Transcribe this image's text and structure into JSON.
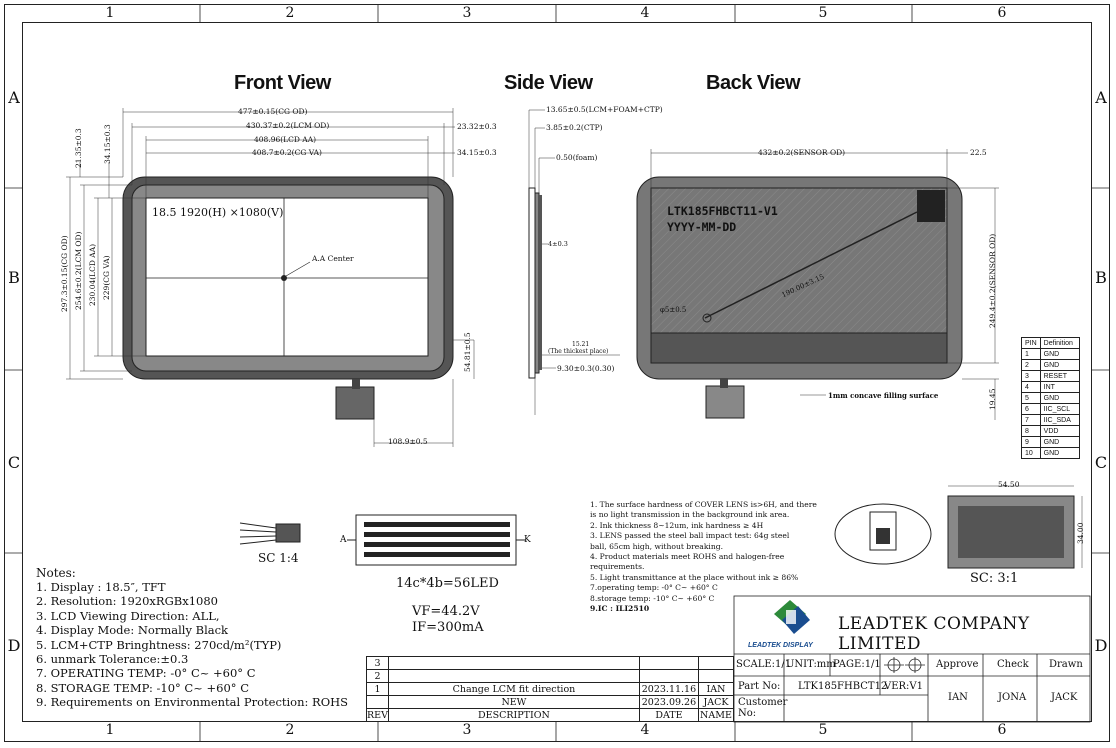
{
  "zones": {
    "cols": [
      "1",
      "2",
      "3",
      "4",
      "5",
      "6"
    ],
    "rows": [
      "A",
      "B",
      "C",
      "D"
    ]
  },
  "views": {
    "front": "Front View",
    "side": "Side View",
    "back": "Back View"
  },
  "front_dims": {
    "cg_od_w": "477±0.15(CG OD)",
    "lcm_od_w": "430.37±0.2(LCM OD)",
    "lcd_aa_w": "408.96(LCD AA)",
    "cg_va_w": "408.7±0.2(CG VA)",
    "r1": "23.32±0.3",
    "r2": "34.15±0.3",
    "l1": "21.35±0.3",
    "l2": "34.15±0.3",
    "h_cg_od": "297.3±0.15(CG OD)",
    "h_lcm_od": "254.6±0.2(LCM OD)",
    "h_lcd_aa": "230.04(LCD AA)",
    "h_cg_va": "229(CG VA)",
    "screen_text": "18.5 1920(H) ×1080(V)",
    "center": "A.A Center",
    "fpc_offset": "54.81±0.5",
    "fpc_pos": "108.9±0.5"
  },
  "side_dims": {
    "t1": "13.65±0.5(LCM+FOAM+CTP)",
    "t2": "3.85±0.2(CTP)",
    "t3": "0.50(foam)",
    "t4": "4±0.3",
    "thick": "15.21",
    "thick_note": "(The thickest place)",
    "t5": "9.30±0.3(0.30)"
  },
  "back_dims": {
    "sensor_w": "432±0.2(SENSOR OD)",
    "r": "22.5",
    "sensor_h": "249.4±0.2(SENSOR OD)",
    "bottom": "19.45",
    "label1": "LTK185FHBCT11-V1",
    "label2": "YYYY-MM-DD",
    "diag": "190.00±3.15",
    "circle": "φ5±0.5",
    "surface": "1mm concave filling surface"
  },
  "pins": {
    "header": [
      "PIN",
      "Definition"
    ],
    "rows": [
      [
        "1",
        "GND"
      ],
      [
        "2",
        "GND"
      ],
      [
        "3",
        "RESET"
      ],
      [
        "4",
        "INT"
      ],
      [
        "5",
        "GND"
      ],
      [
        "6",
        "IIC_SCL"
      ],
      [
        "7",
        "IIC_SDA"
      ],
      [
        "8",
        "VDD"
      ],
      [
        "9",
        "GND"
      ],
      [
        "10",
        "GND"
      ]
    ]
  },
  "board": {
    "w": "54.50",
    "h": "34.00",
    "scale": "SC: 3:1"
  },
  "led": {
    "sc": "SC 1:4",
    "count": "14c*4b=56LED",
    "vf": "VF=44.2V",
    "if": "IF=300mA",
    "a": "A",
    "k": "K"
  },
  "specs": [
    "1. The surface hardness of COVER LENS is>6H, and there",
    "is no light transmission in the background ink area.",
    "2. Ink thickness 8~12um, ink hardness ≥ 4H",
    "3. LENS passed the steel ball impact test: 64g steel",
    "ball, 65cm high, without breaking.",
    "4. Product materials meet ROHS and halogen-free",
    "requirements.",
    "5. Light transmittance at the place without ink ≥ 86%",
    "7.operating temp: -0° C~ +60° C",
    "8.storage temp: -10° C~ +60° C",
    "9.IC : ILI2510"
  ],
  "notes": {
    "title": "Notes:",
    "items": [
      "1. Display : 18.5″,  TFT",
      "2. Resolution: 1920xRGBx1080",
      "3. LCD Viewing Direction: ALL,",
      "4. Display Mode: Normally Black",
      "5. LCM+CTP Bringhtness: 270cd/m²(TYP)",
      "6. unmark Tolerance:±0.3",
      "7. OPERATING TEMP: -0° C~ +60° C",
      "8. STORAGE TEMP: -10° C~ +60° C",
      "9. Requirements on Environmental Protection: ROHS"
    ]
  },
  "revisions": {
    "rows": [
      {
        "rev": "3",
        "desc": "",
        "date": "",
        "name": ""
      },
      {
        "rev": "2",
        "desc": "",
        "date": "",
        "name": ""
      },
      {
        "rev": "1",
        "desc": "Change LCM fit direction",
        "date": "2023.11.16",
        "name": "IAN"
      },
      {
        "rev": "",
        "desc": "NEW",
        "date": "2023.09.26",
        "name": "JACK"
      }
    ],
    "header": {
      "rev": "REV",
      "desc": "DESCRIPTION",
      "date": "DATE",
      "name": "NAME"
    }
  },
  "title_block": {
    "company": "LEADTEK COMPANY LIMITED",
    "logo_text": "LEADTEK DISPLAY",
    "scale": "SCALE:1/1",
    "unit": "UNIT:mm",
    "page": "PAGE:1/1",
    "approve": "Approve",
    "check": "Check",
    "drawn": "Drawn",
    "part_label": "Part No:",
    "part_no": "LTK185FHBCT12",
    "ver": "VER:V1",
    "customer": "Customer No:",
    "approve_name": "IAN",
    "check_name": "JONA",
    "drawn_name": "JACK"
  }
}
